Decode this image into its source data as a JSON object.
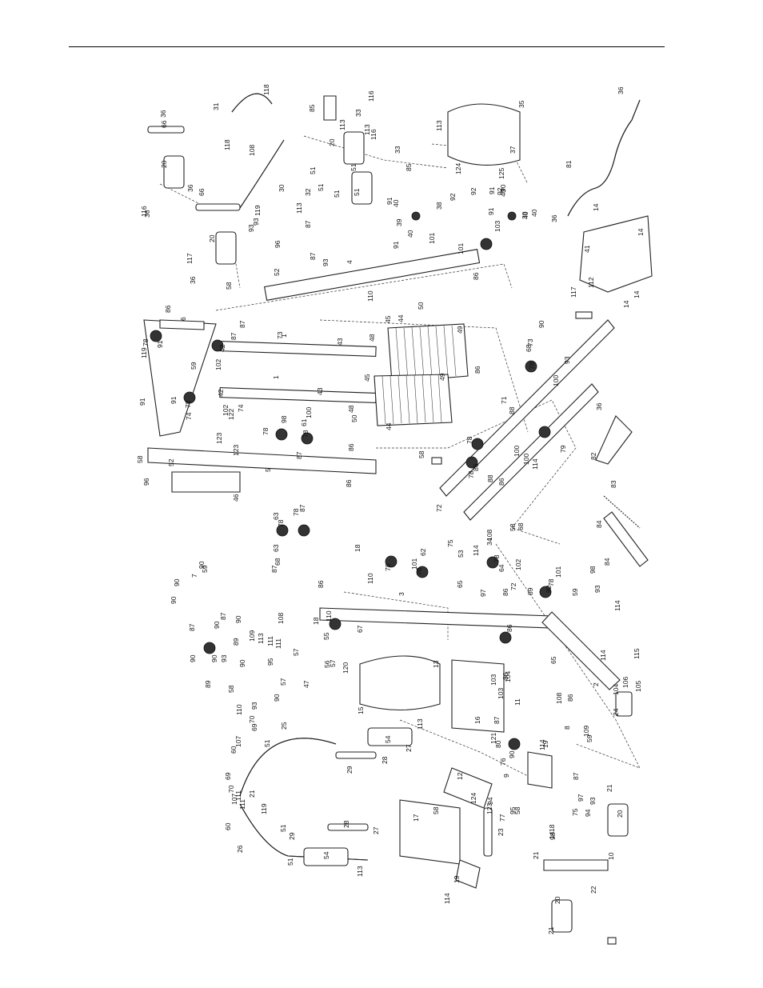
{
  "labels": [
    "1",
    "1",
    "2",
    "3",
    "4",
    "5",
    "6",
    "7",
    "8",
    "9",
    "10",
    "11",
    "12",
    "13",
    "14",
    "14",
    "14",
    "14",
    "14",
    "15",
    "16",
    "17",
    "18",
    "18",
    "18",
    "19",
    "19",
    "20",
    "20",
    "20",
    "20",
    "20",
    "21",
    "21",
    "21",
    "21",
    "22",
    "23",
    "24",
    "25",
    "26",
    "27",
    "27",
    "28",
    "28",
    "29",
    "29",
    "30",
    "31",
    "32",
    "33",
    "33",
    "34",
    "35",
    "36",
    "36",
    "36",
    "36",
    "36",
    "36",
    "36",
    "37",
    "38",
    "39",
    "39",
    "40",
    "40",
    "40",
    "40",
    "40",
    "41",
    "42",
    "42",
    "43",
    "43",
    "44",
    "44",
    "45",
    "45",
    "46",
    "47",
    "48",
    "48",
    "49",
    "49",
    "50",
    "50",
    "51",
    "51",
    "51",
    "51",
    "51",
    "51",
    "51",
    "51",
    "52",
    "52",
    "53",
    "54",
    "54",
    "55",
    "56",
    "57",
    "57",
    "57",
    "58",
    "58",
    "58",
    "58",
    "58",
    "58",
    "58",
    "59",
    "59",
    "59",
    "59",
    "60",
    "60",
    "61",
    "62",
    "63",
    "63",
    "64",
    "65",
    "65",
    "66",
    "66",
    "67",
    "68",
    "68",
    "68",
    "69",
    "69",
    "70",
    "70",
    "71",
    "72",
    "72",
    "73",
    "73",
    "74",
    "74",
    "75",
    "75",
    "76",
    "77",
    "78",
    "78",
    "78",
    "78",
    "78",
    "78",
    "78",
    "78",
    "78",
    "78",
    "78",
    "78",
    "78",
    "79",
    "80",
    "81",
    "82",
    "83",
    "84",
    "84",
    "85",
    "85",
    "86",
    "86",
    "86",
    "86",
    "86",
    "86",
    "86",
    "86",
    "86",
    "86",
    "86",
    "86",
    "87",
    "87",
    "87",
    "87",
    "87",
    "87",
    "87",
    "87",
    "87",
    "87",
    "87",
    "88",
    "88",
    "89",
    "89",
    "89",
    "90",
    "90",
    "90",
    "90",
    "90",
    "90",
    "90",
    "90",
    "90",
    "90",
    "90",
    "90",
    "91",
    "91",
    "91",
    "91",
    "91",
    "91",
    "91",
    "92",
    "92",
    "92",
    "92",
    "93",
    "93",
    "93",
    "93",
    "93",
    "93",
    "93",
    "93",
    "94",
    "94",
    "95",
    "95",
    "96",
    "96",
    "97",
    "97",
    "98",
    "98",
    "98",
    "100",
    "100",
    "100",
    "100",
    "101",
    "101",
    "101",
    "101",
    "102",
    "102",
    "102",
    "103",
    "103",
    "103",
    "104",
    "104",
    "105",
    "106",
    "107",
    "107",
    "108",
    "108",
    "108",
    "108",
    "109",
    "109",
    "110",
    "110",
    "110",
    "110",
    "111",
    "111",
    "111",
    "111",
    "112",
    "113",
    "113",
    "113",
    "113",
    "113",
    "113",
    "113",
    "114",
    "114",
    "114",
    "114",
    "114",
    "114",
    "115",
    "116",
    "116",
    "116",
    "117",
    "117",
    "118",
    "118",
    "119",
    "119",
    "119",
    "120",
    "121",
    "122",
    "123",
    "123",
    "123",
    "124",
    "124",
    "125"
  ]
}
